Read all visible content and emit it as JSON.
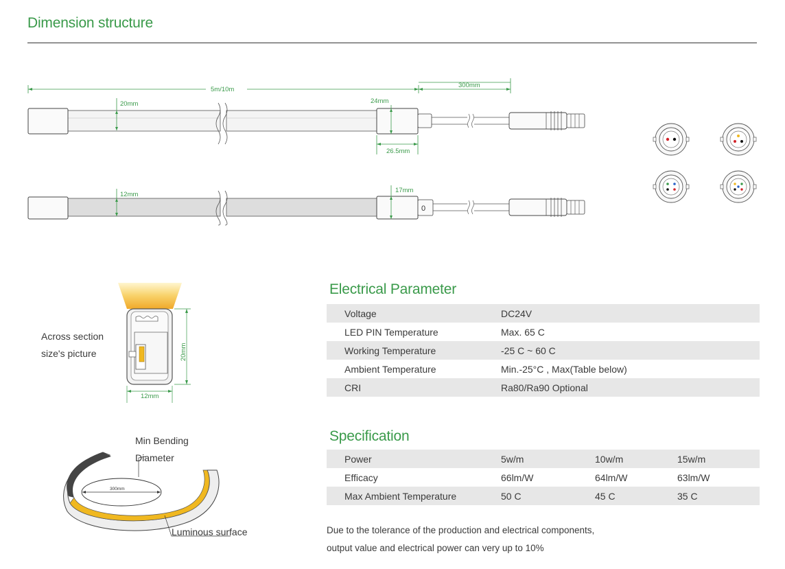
{
  "dimension": {
    "title": "Dimension structure",
    "length_label": "5m/10m",
    "cable_label": "300mm",
    "top_height_label": "20mm",
    "top_cap_height_label": "24mm",
    "top_cap_width_label": "26.5mm",
    "bottom_width_label": "12mm",
    "bottom_cap_label": "17mm",
    "bottom_cap_mark": "0"
  },
  "cross_section": {
    "caption_line1": "Across section",
    "caption_line2": "size's picture",
    "height_label": "20mm",
    "width_label": "12mm"
  },
  "bending": {
    "title_line1": "Min Bending",
    "title_line2": "Diameter",
    "diameter_label": "300mm",
    "surface_label": "Luminous surface"
  },
  "electrical": {
    "title": "Electrical Parameter",
    "rows": [
      {
        "name": "Voltage",
        "value": "DC24V"
      },
      {
        "name": "LED PIN Temperature",
        "value": "Max. 65 C"
      },
      {
        "name": "Working Temperature",
        "value": "-25 C ~ 60 C"
      },
      {
        "name": "Ambient Temperature",
        "value": "Min.-25°C , Max(Table below)"
      },
      {
        "name": "CRI",
        "value": "Ra80/Ra90 Optional"
      }
    ]
  },
  "specification": {
    "title": "Specification",
    "rows": [
      {
        "name": "Power",
        "values": [
          "5w/m",
          "10w/m",
          "15w/m"
        ]
      },
      {
        "name": "Efficacy",
        "values": [
          "66lm/W",
          "64lm/W",
          "63lm/W"
        ]
      },
      {
        "name": "Max Ambient Temperature",
        "values": [
          "50 C",
          "45 C",
          "35 C"
        ]
      }
    ]
  },
  "note": {
    "line1": "Due to the tolerance of the production and electrical components,",
    "line2": "output value and electrical power can very up to 10%"
  },
  "colors": {
    "accent_green": "#3a9a4a",
    "row_shade": "#e7e7e7",
    "glow_yellow": "#f5c542"
  }
}
